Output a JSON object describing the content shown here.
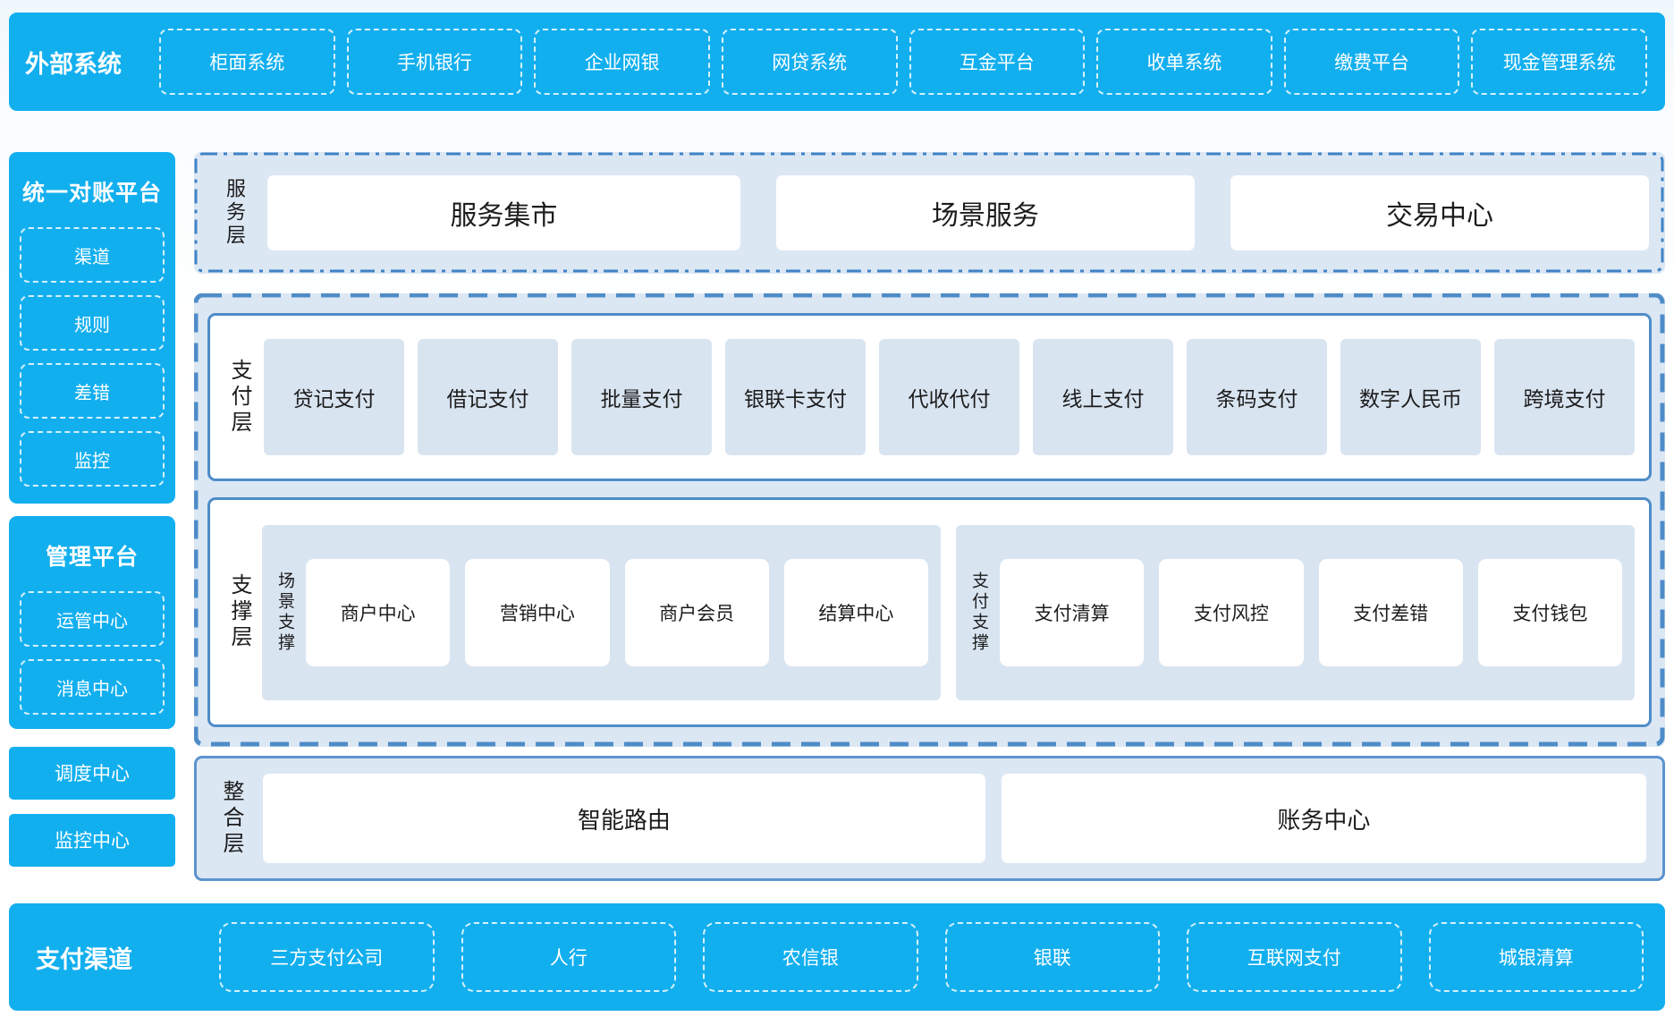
{
  "colors": {
    "brand_blue": "#12AFEF",
    "layer_bg_light": "#DCE7F4",
    "item_bg_light": "#D9E4F1",
    "border_blue": "#4E8CC8",
    "dash_dot_blue": "#3F83C6",
    "text_dark": "#1C1C1C"
  },
  "top_bar": {
    "label": "外部系统",
    "items": [
      "柜面系统",
      "手机银行",
      "企业网银",
      "网贷系统",
      "互金平台",
      "收单系统",
      "缴费平台",
      "现金管理系统"
    ]
  },
  "sidebar": {
    "panels": [
      {
        "title": "统一对账平台",
        "items": [
          "渠道",
          "规则",
          "差错",
          "监控"
        ]
      },
      {
        "title": "管理平台",
        "items": [
          "运管中心",
          "消息中心"
        ]
      }
    ],
    "solo_items": [
      "调度中心",
      "监控中心"
    ]
  },
  "service_layer": {
    "label": "服务层",
    "items": [
      "服务集市",
      "场景服务",
      "交易中心"
    ]
  },
  "payment_layer": {
    "label": "支付层",
    "items": [
      "贷记支付",
      "借记支付",
      "批量支付",
      "银联卡支付",
      "代收代付",
      "线上支付",
      "条码支付",
      "数字人民币",
      "跨境支付"
    ]
  },
  "support_layer": {
    "label": "支撑层",
    "groups": [
      {
        "label": "场景支撑",
        "items": [
          "商户中心",
          "营销中心",
          "商户会员",
          "结算中心"
        ]
      },
      {
        "label": "支付支撑",
        "items": [
          "支付清算",
          "支付风控",
          "支付差错",
          "支付钱包"
        ]
      }
    ]
  },
  "integration_layer": {
    "label": "整合层",
    "items": [
      "智能路由",
      "账务中心"
    ]
  },
  "bottom_bar": {
    "label": "支付渠道",
    "items": [
      "三方支付公司",
      "人行",
      "农信银",
      "银联",
      "互联网支付",
      "城银清算"
    ]
  }
}
